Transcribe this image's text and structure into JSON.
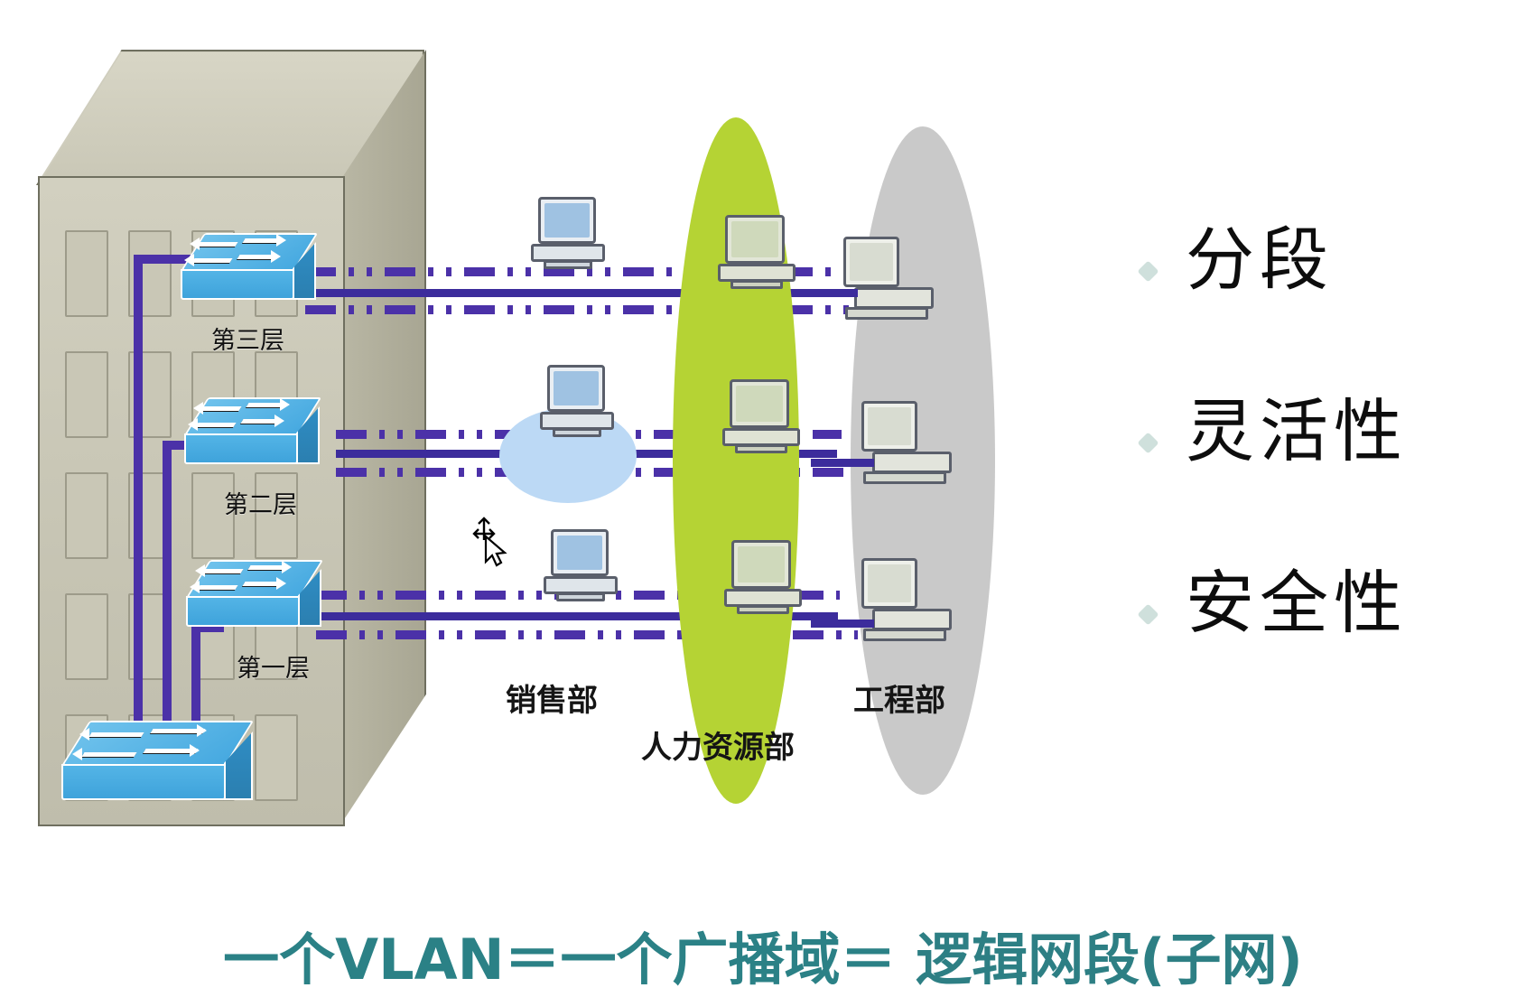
{
  "diagram": {
    "title_caption": "一个VLAN＝一个广播域＝ 逻辑网段(子网)",
    "caption_parts": {
      "part1": "一个VLAN＝一个广播域＝",
      "part2": " 逻辑网段(子网)"
    }
  },
  "building": {
    "name": "office-building",
    "floors": [
      {
        "label": "第三层",
        "switch": "layer3-switch"
      },
      {
        "label": "第二层",
        "switch": "layer2-switch"
      },
      {
        "label": "第一层",
        "switch": "layer1-switch"
      }
    ],
    "core_switch": "core-switch"
  },
  "departments": [
    {
      "key": "sales",
      "label": "销售部",
      "color": "#bcd9f5"
    },
    {
      "key": "hr",
      "label": "人力资源部",
      "color": "#b5d334"
    },
    {
      "key": "engineering",
      "label": "工程部",
      "color": "#c9c9c9"
    }
  ],
  "bullets": [
    {
      "label": "分段"
    },
    {
      "label": "灵活性"
    },
    {
      "label": "安全性"
    }
  ],
  "colors": {
    "switch_blue": "#46a9e0",
    "cable_purple": "#4b31a8",
    "ellipse_green": "#b5d334",
    "ellipse_gray": "#c9c9c9",
    "ellipse_blue": "#bcd9f5",
    "building_wall": "#c6c4b3",
    "caption_teal": "#2b7d81",
    "bullet_dot": "#cfe0dc"
  }
}
